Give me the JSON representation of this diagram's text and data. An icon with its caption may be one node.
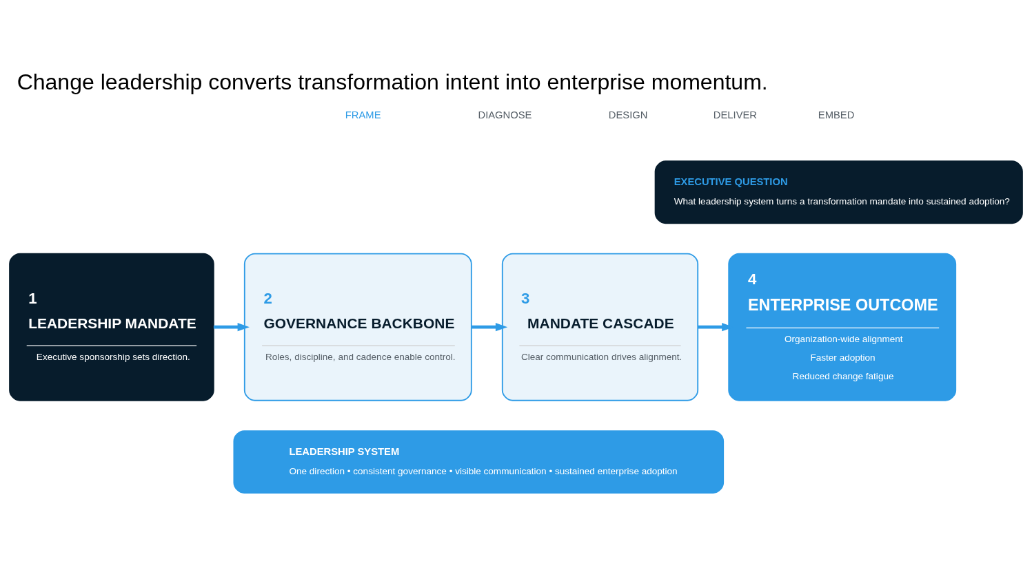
{
  "diagram": {
    "title": "Change leadership converts transformation intent into enterprise momentum.",
    "nodes": [
      {
        "text": [
          "1",
          "LEADERSHIP MANDATE",
          "Executive sponsorship sets direction."
        ]
      },
      {
        "text": [
          "2",
          "GOVERNANCE BACKBONE",
          "Roles, discipline, and cadence enable control."
        ]
      },
      {
        "text": [
          "3",
          "MANDATE CASCADE",
          "Clear communication drives alignment."
        ]
      },
      {
        "text": [
          "4",
          "ENTERPRISE OUTCOME",
          "Organization-wide alignment",
          "Faster adoption",
          "Reduced change fatigue"
        ]
      },
      {
        "text": [
          "EXECUTIVE QUESTION",
          "What leadership system turns a transformation mandate into sustained adoption?"
        ]
      },
      {
        "text": [
          "LEADERSHIP SYSTEM",
          "One direction • consistent governance • visible communication • sustained enterprise adoption"
        ]
      }
    ],
    "edges": [
      {
        "from": 0,
        "to": 1,
        "arrow": "to"
      },
      {
        "from": 1,
        "to": 2,
        "arrow": "to"
      },
      {
        "from": 2,
        "to": 3,
        "arrow": "to"
      }
    ],
    "labels": [
      "FRAME",
      "DIAGNOSE",
      "DESIGN",
      "DELIVER",
      "EMBED"
    ]
  }
}
